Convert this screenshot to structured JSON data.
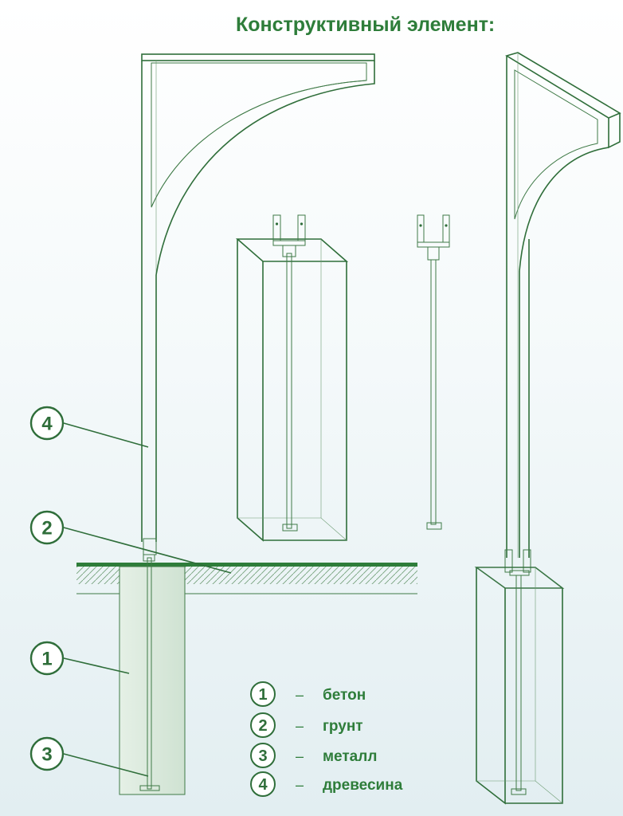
{
  "title": "Конструктивный элемент:",
  "callouts": [
    {
      "num": "4"
    },
    {
      "num": "2"
    },
    {
      "num": "1"
    },
    {
      "num": "3"
    }
  ],
  "legend": [
    {
      "num": "1",
      "dash": "–",
      "label": "бетон"
    },
    {
      "num": "2",
      "dash": "–",
      "label": "грунт"
    },
    {
      "num": "3",
      "dash": "–",
      "label": "металл"
    },
    {
      "num": "4",
      "dash": "–",
      "label": "древесина"
    }
  ],
  "colors": {
    "line": "#2f6e3a",
    "title": "#2e7d3a",
    "ground": "#2e7d3a"
  }
}
